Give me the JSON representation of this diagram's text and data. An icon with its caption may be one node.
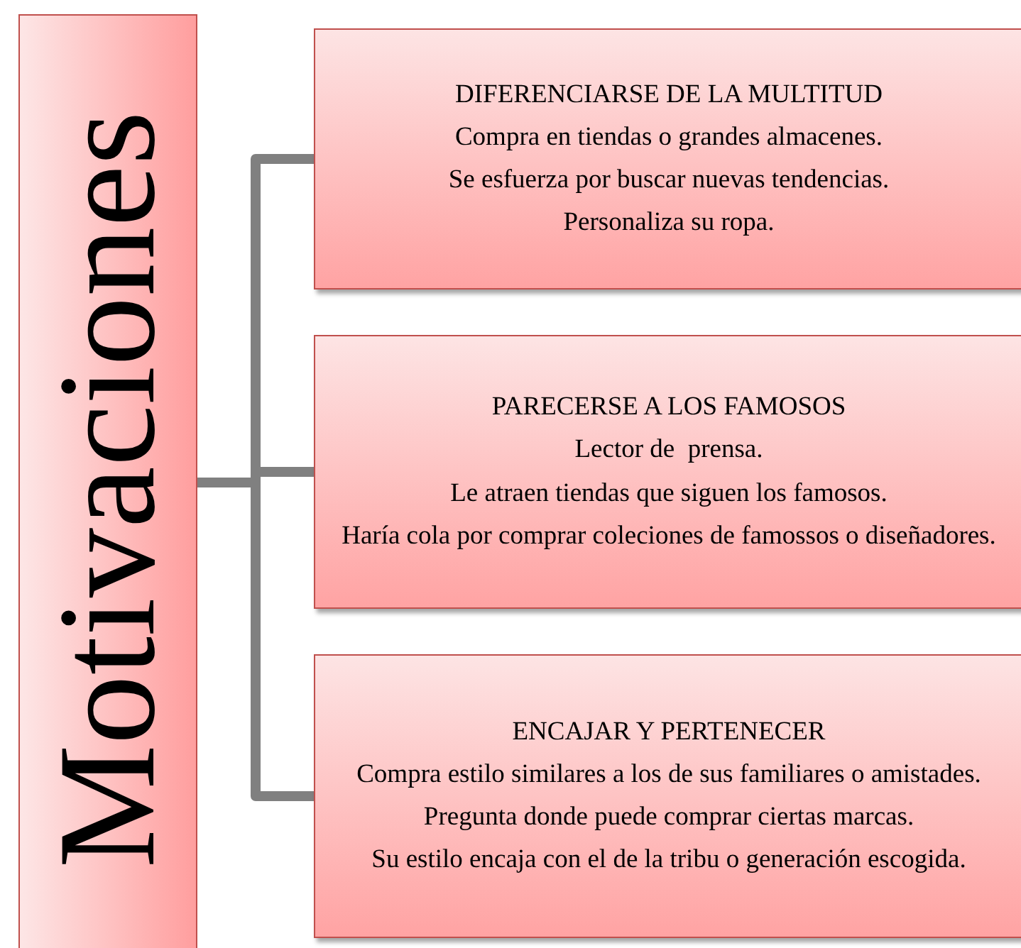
{
  "diagram": {
    "nodes": [
      {
        "text": [
          "Motivaciones"
        ]
      },
      {
        "text": [
          "DIFERENCIARSE DE LA MULTITUD",
          "Compra en tiendas o grandes almacenes.",
          "Se esfuerza por buscar nuevas tendencias.",
          "Personaliza su ropa."
        ]
      },
      {
        "text": [
          "PARECERSE A LOS FAMOSOS",
          "Lector de  prensa.",
          "Le atraen tiendas que siguen los famosos.",
          "Haría cola por comprar coleciones de famossos o diseñadores."
        ]
      },
      {
        "text": [
          "ENCAJAR Y PERTENECER",
          "Compra estilo similares a los de sus familiares o amistades.",
          "Pregunta donde puede comprar ciertas marcas.",
          "Su estilo encaja con el de la tribu o generación escogida."
        ]
      }
    ],
    "edges": [
      {
        "from": 0,
        "to": 1,
        "arrow": "none"
      },
      {
        "from": 0,
        "to": 2,
        "arrow": "none"
      },
      {
        "from": 0,
        "to": 3,
        "arrow": "none"
      }
    ]
  }
}
